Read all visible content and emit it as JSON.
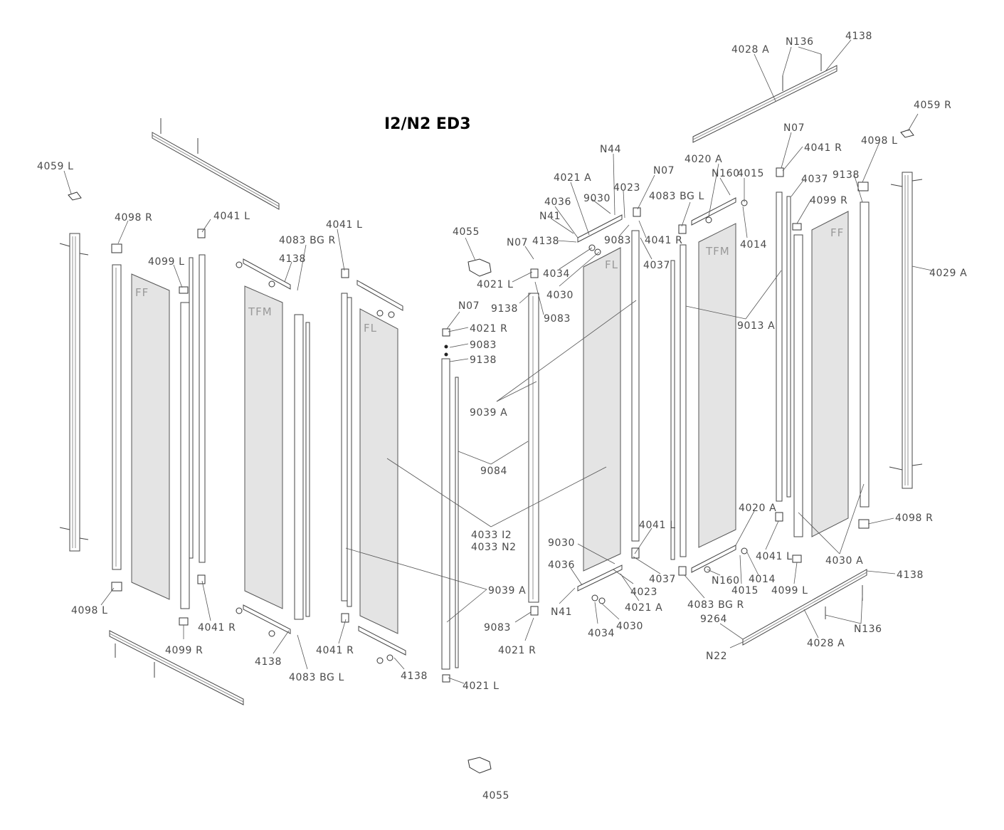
{
  "title": "I2/N2 ED3",
  "glass_labels": {
    "ff_left": "FF",
    "tfm_left": "TFM",
    "fl_left": "FL",
    "fl_right": "FL",
    "tfm_right": "TFM",
    "ff_right": "FF"
  },
  "labels": {
    "l4059L": "4059 L",
    "l4098R_top": "4098 R",
    "l4099L_top": "4099 L",
    "l4041L_a": "4041 L",
    "l4083BGR_top": "4083 BG R",
    "l4138_a": "4138",
    "l4041L_b": "4041 L",
    "l4055_top": "4055",
    "lN07_a": "N07",
    "l4021L_a": "4021 L",
    "l9138_a": "9138",
    "l9083_a": "9083",
    "lN07_b": "N07",
    "l4021R_a": "4021 R",
    "l9083_b": "9083",
    "l9138_b": "9138",
    "l9039A_a": "9039 A",
    "l9084": "9084",
    "l4033": "4033 I2",
    "l4033b": "4033 N2",
    "l9039A_b": "9039 A",
    "l4098L_bot": "4098 L",
    "l4041R_a": "4041 R",
    "l4099R_bot": "4099 R",
    "l4138_b": "4138",
    "l4083BGL_bot": "4083 BG L",
    "l4041R_b": "4041 R",
    "l4138_c": "4138",
    "l4021L_b": "4021 L",
    "l9083_c": "9083",
    "l4021R_b": "4021 R",
    "l4055_bot": "4055",
    "lN44": "N44",
    "l4021A_a": "4021 A",
    "l4036_a": "4036",
    "lN41_a": "N41",
    "l4138_d": "4138",
    "l9030_a": "9030",
    "l4023_a": "4023",
    "lN07_c": "N07",
    "l9083_d": "9083",
    "l4041R_c": "4041 R",
    "l4037_a": "4037",
    "l4034_a": "4034",
    "l4030_a": "4030",
    "l4020A_a": "4020 A",
    "lN160_a": "N160",
    "l4015_a": "4015",
    "l4083BGL_r": "4083 BG L",
    "l4014_a": "4014",
    "l9013A": "9013 A",
    "lN07_d": "N07",
    "l4041R_d": "4041 R",
    "l4037_b": "4037",
    "l4099R_r": "4099 R",
    "l9138_c": "9138",
    "l4098L_r": "4098 L",
    "l4059R": "4059 R",
    "l4028A_top": "4028 A",
    "lN136_top": "N136",
    "l4138_e": "4138",
    "l4029A": "4029 A",
    "l4041L_c": "4041 L",
    "l9030_b": "9030",
    "l4036_b": "4036",
    "lN41_b": "N41",
    "l4034_b": "4034",
    "l4030_b": "4030",
    "l4023_b": "4023",
    "l4021A_b": "4021 A",
    "l4037_c": "4037",
    "l4083BGR_r": "4083 BG R",
    "l4020A_b": "4020 A",
    "lN160_b": "N160",
    "l4015_b": "4015",
    "l4014_b": "4014",
    "l4041L_d": "4041 L",
    "l4099L_r": "4099 L",
    "l4030A": "4030 A",
    "l4098R_r": "4098 R",
    "l4138_f": "4138",
    "l9264": "9264",
    "lN22": "N22",
    "l4028A_bot": "4028 A",
    "lN136_bot": "N136"
  }
}
